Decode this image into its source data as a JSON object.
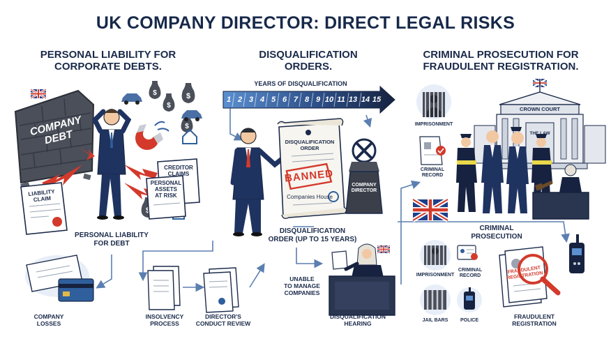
{
  "title": "UK COMPANY DIRECTOR: DIRECT LEGAL RISKS",
  "sections": {
    "personal_liability": {
      "heading": [
        "PERSONAL LIABILITY FOR",
        "CORPORATE DEBTS."
      ],
      "wall_text": [
        "COMPANY",
        "DEBT"
      ],
      "liability_claim": [
        "LIABILITY",
        "CLAIM"
      ],
      "creditor_claims": [
        "CREDITOR",
        "CLAIMS"
      ],
      "personal_assets": [
        "PERSONAL",
        "ASSETS",
        "AT RISK"
      ],
      "personal_liability_debt": [
        "PERSONAL LIABILITY",
        "FOR DEBT"
      ],
      "company_losses": [
        "COMPANY",
        "LOSSES"
      ],
      "insolvency_process": [
        "INSOLVENCY",
        "PROCESS"
      ],
      "conduct_review": [
        "DIRECTOR'S",
        "CONDUCT REVIEW"
      ]
    },
    "disqualification": {
      "heading": [
        "DISQUALIFICATION",
        "ORDERS."
      ],
      "years_label": "YEARS OF DISQUALIFICATION",
      "years": [
        "1",
        "2",
        "3",
        "4",
        "5",
        "6",
        "7",
        "8",
        "9",
        "10",
        "11",
        "13",
        "14",
        "15"
      ],
      "order_doc": [
        "DISQUALIFICATION",
        "ORDER"
      ],
      "stamp": "BANNED",
      "companies_house": "Companies House",
      "ballot_box": [
        "COMPANY",
        "DIRECTOR"
      ],
      "order_caption": [
        "DISQUALIFICATION",
        "ORDER (UP TO 15 YEARS)"
      ],
      "unable": [
        "UNABLE",
        "TO MANAGE",
        "COMPANIES"
      ],
      "hearing": [
        "DISQUALIFICATION",
        "HEARING"
      ]
    },
    "criminal": {
      "heading": [
        "CRIMINAL PROSECUTION FOR",
        "FRAUDULENT REGISTRATION."
      ],
      "imprisonment_top": "IMPRISONMENT",
      "criminal_record_top": [
        "CRIMINAL",
        "RECORD"
      ],
      "crown_court": "CROWN COURT",
      "the_law": "THE LAW",
      "criminal_prosecution": [
        "CRIMINAL",
        "PROSECUTION"
      ],
      "imprisonment_bottom": "IMPRISONMENT",
      "criminal_record_bottom": [
        "CRIMINAL",
        "RECORD"
      ],
      "jail_bars": "JAIL BARS",
      "police": "POLICE",
      "fraud_stamp": [
        "FRAUDULENT",
        "REGISTRATION"
      ],
      "fraudulent_registration": [
        "FRAUDULENT",
        "REGISTRATION"
      ]
    }
  },
  "colors": {
    "navy": "#1b2a4a",
    "accent_red": "#d33a2c",
    "arrow_blue": "#2f5f9c",
    "wall_grey": "#4a4f5a",
    "line_blue": "#5b7fb0"
  }
}
